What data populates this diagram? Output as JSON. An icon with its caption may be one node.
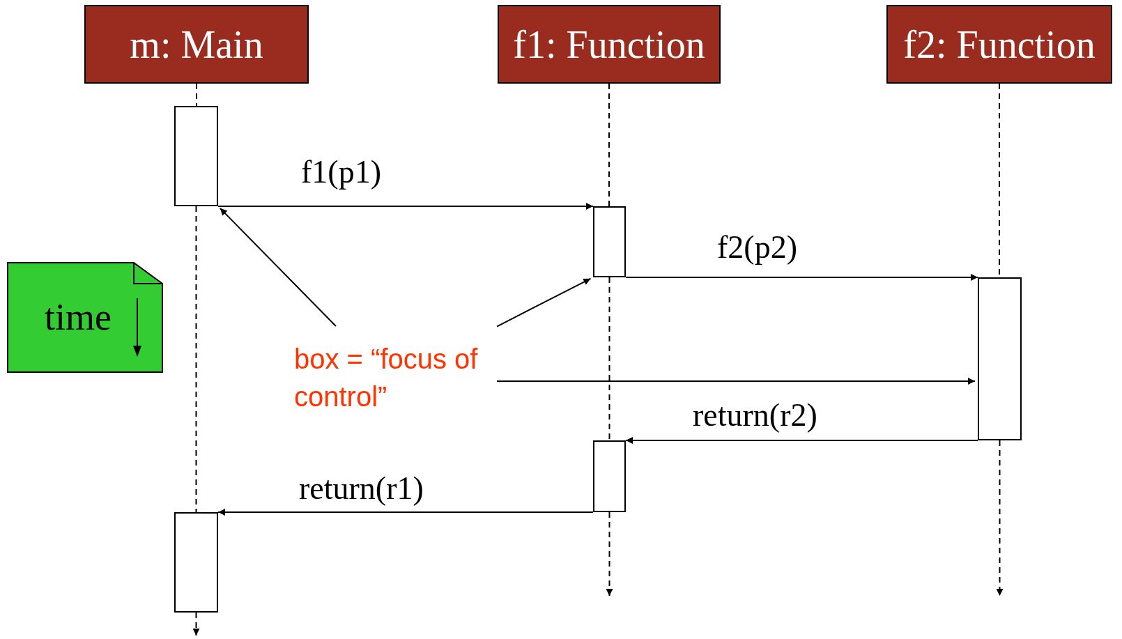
{
  "diagram": {
    "nodes": [
      {
        "text": [
          "m: Main"
        ]
      },
      {
        "text": [
          "f1: Function"
        ]
      },
      {
        "text": [
          "f2: Function"
        ]
      },
      {
        "text": [],
        "shape": "box"
      },
      {
        "text": [],
        "shape": "box"
      },
      {
        "text": [],
        "shape": "box"
      },
      {
        "text": [],
        "shape": "box"
      },
      {
        "text": [],
        "shape": "box"
      },
      {
        "text": [
          "time"
        ]
      },
      {
        "text": [
          "box = “focus of control”"
        ]
      }
    ],
    "edges": [
      {
        "from": 3,
        "to": 4,
        "arrow": "to",
        "label": "f1(p1)"
      },
      {
        "from": 4,
        "to": 5,
        "arrow": "to",
        "label": "f2(p2)"
      },
      {
        "from": 5,
        "to": 6,
        "arrow": "to",
        "label": "return(r2)"
      },
      {
        "from": 6,
        "to": 7,
        "arrow": "to",
        "label": "return(r1)"
      },
      {
        "from": 9,
        "to": 3,
        "arrow": "to"
      },
      {
        "from": 9,
        "to": 4,
        "arrow": "to"
      },
      {
        "from": 9,
        "to": 5,
        "arrow": "to"
      },
      {
        "from": 0,
        "to": 3,
        "arrow": "none",
        "style": "dashed"
      },
      {
        "from": 3,
        "to": 7,
        "arrow": "none",
        "style": "dashed"
      },
      {
        "from": 7,
        "to": null,
        "arrow": "to",
        "style": "dashed"
      },
      {
        "from": 1,
        "to": 4,
        "arrow": "none",
        "style": "dashed"
      },
      {
        "from": 4,
        "to": 6,
        "arrow": "none",
        "style": "dashed"
      },
      {
        "from": 6,
        "to": null,
        "arrow": "to",
        "style": "dashed"
      },
      {
        "from": 2,
        "to": 5,
        "arrow": "none",
        "style": "dashed"
      },
      {
        "from": 5,
        "to": null,
        "arrow": "to",
        "style": "dashed"
      }
    ]
  }
}
